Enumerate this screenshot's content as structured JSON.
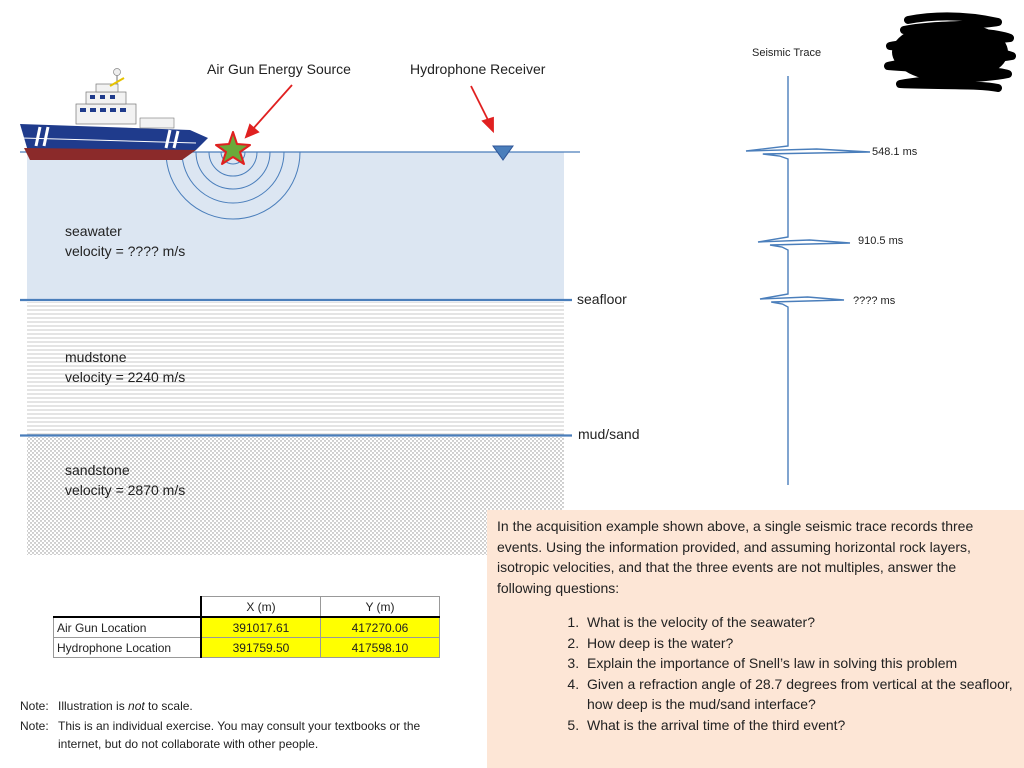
{
  "callouts": {
    "air_gun": "Air Gun Energy Source",
    "hydrophone": "Hydrophone Receiver"
  },
  "layers": [
    {
      "name": "seawater",
      "velocity": "velocity = ???? m/s",
      "color": "#dce6f2"
    },
    {
      "name": "mudstone",
      "velocity": "velocity = 2240 m/s"
    },
    {
      "name": "sandstone",
      "velocity": "velocity = 2870 m/s"
    }
  ],
  "boundaries": {
    "seafloor": "seafloor",
    "mud_sand": "mud/sand"
  },
  "trace": {
    "title": "Seismic Trace",
    "events": [
      "548.1 ms",
      "910.5 ms",
      "???? ms"
    ],
    "color": "#4a7ebb"
  },
  "table": {
    "headers": [
      "X  (m)",
      "Y (m)"
    ],
    "rows": [
      {
        "label": "Air Gun Location",
        "x": "391017.61",
        "y": "417270.06"
      },
      {
        "label": "Hydrophone Location",
        "x": "391759.50",
        "y": "417598.10"
      }
    ],
    "highlight_color": "#ffff00"
  },
  "question": {
    "intro": "In the acquisition example shown above, a single seismic trace records three events.  Using the information provided, and assuming horizontal rock layers, isotropic velocities, and that the three events are not multiples, answer the following questions:",
    "items": [
      "What is the velocity of the seawater?",
      "How deep is the water?",
      "Explain the importance of Snell’s law in solving this problem",
      "Given a refraction angle of 28.7 degrees from vertical at the seafloor, how deep is the mud/sand interface?",
      "What is the arrival time of the third event?"
    ],
    "background": "#fde6d6"
  },
  "notes": [
    {
      "prefix": "Note:",
      "before": "Illustration is ",
      "emph": "not",
      "after": " to scale."
    },
    {
      "prefix": "Note:",
      "text": "This is an individual exercise.  You may consult your textbooks or the internet, but do not collaborate with other people."
    }
  ]
}
